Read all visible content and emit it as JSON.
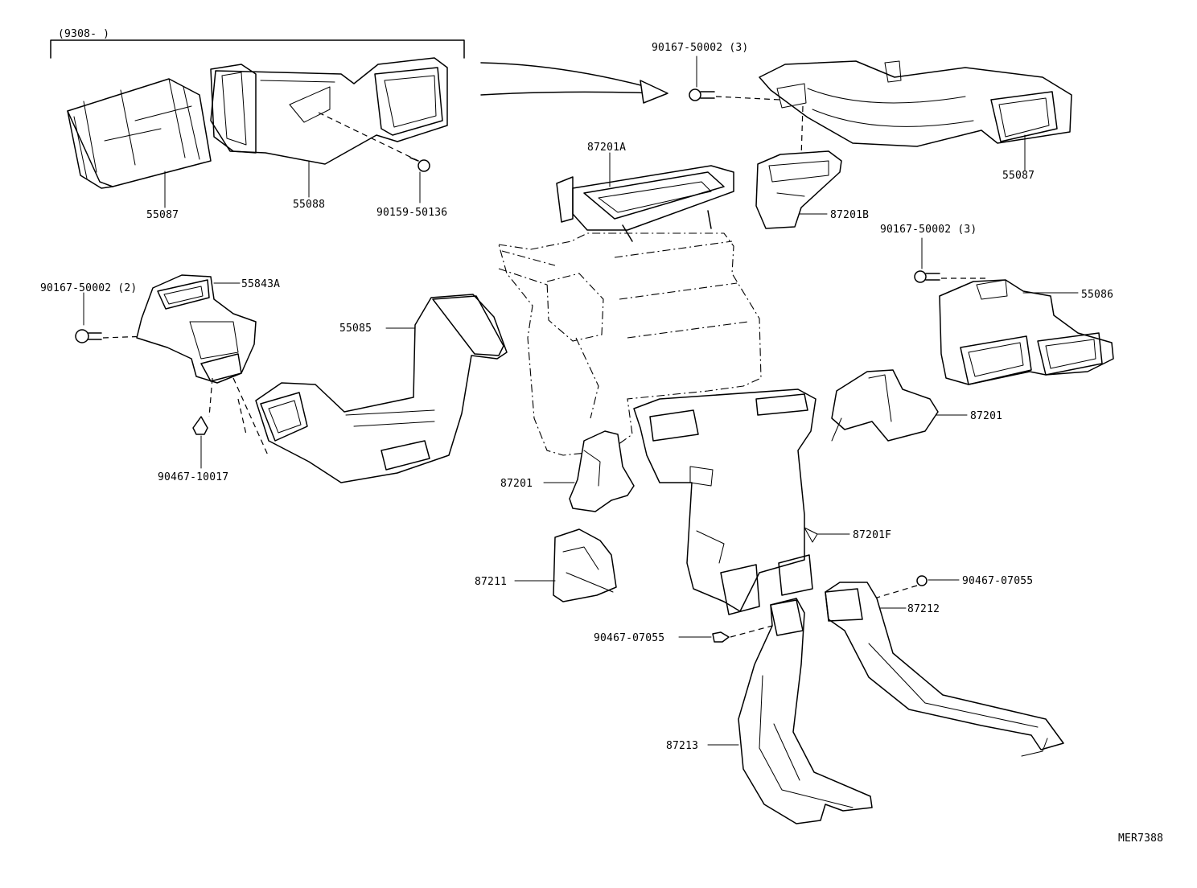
{
  "bracket_label": "(9308-       )",
  "drawing_code": "MER7388",
  "labels": {
    "p55087_left": "55087",
    "p55088": "55088",
    "p90159_50136": "90159-50136",
    "p90167_50002_3_top": "90167-50002 (3)",
    "p87201a": "87201A",
    "p87201b": "87201B",
    "p55087_right": "55087",
    "p90167_50002_3_right": "90167-50002 (3)",
    "p55086": "55086",
    "p90167_50002_2": "90167-50002 (2)",
    "p55843a": "55843A",
    "p55085": "55085",
    "p90467_10017": "90467-10017",
    "p87201_right": "87201",
    "p87201_left": "87201",
    "p87201f": "87201F",
    "p87211": "87211",
    "p90467_07055_right": "90467-07055",
    "p87212": "87212",
    "p90467_07055_left": "90467-07055",
    "p87213": "87213"
  }
}
